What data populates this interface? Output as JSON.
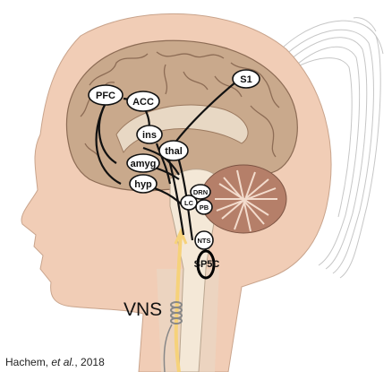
{
  "nodes": {
    "pfc": "PFC",
    "acc": "ACC",
    "s1": "S1",
    "ins": "ins",
    "thal": "thal",
    "amyg": "amyg",
    "hyp": "hyp",
    "drn": "DRN",
    "lc": "LC",
    "pb": "PB",
    "nts": "NTS",
    "sp5c": "SP5C"
  },
  "vns_label": "VNS",
  "citation": {
    "author": "Hachem, ",
    "etal": "et al.",
    "year": ", 2018"
  },
  "colors": {
    "skin": "#f1cdb6",
    "brain": "#c9a98c",
    "brain_shadow": "#9c7a60",
    "cerebellum": "#b57f69",
    "brainstem": "#f4e8d7",
    "hair_line": "#c8c8c8",
    "vagus": "#f6d27a",
    "pathway": "#111111"
  }
}
